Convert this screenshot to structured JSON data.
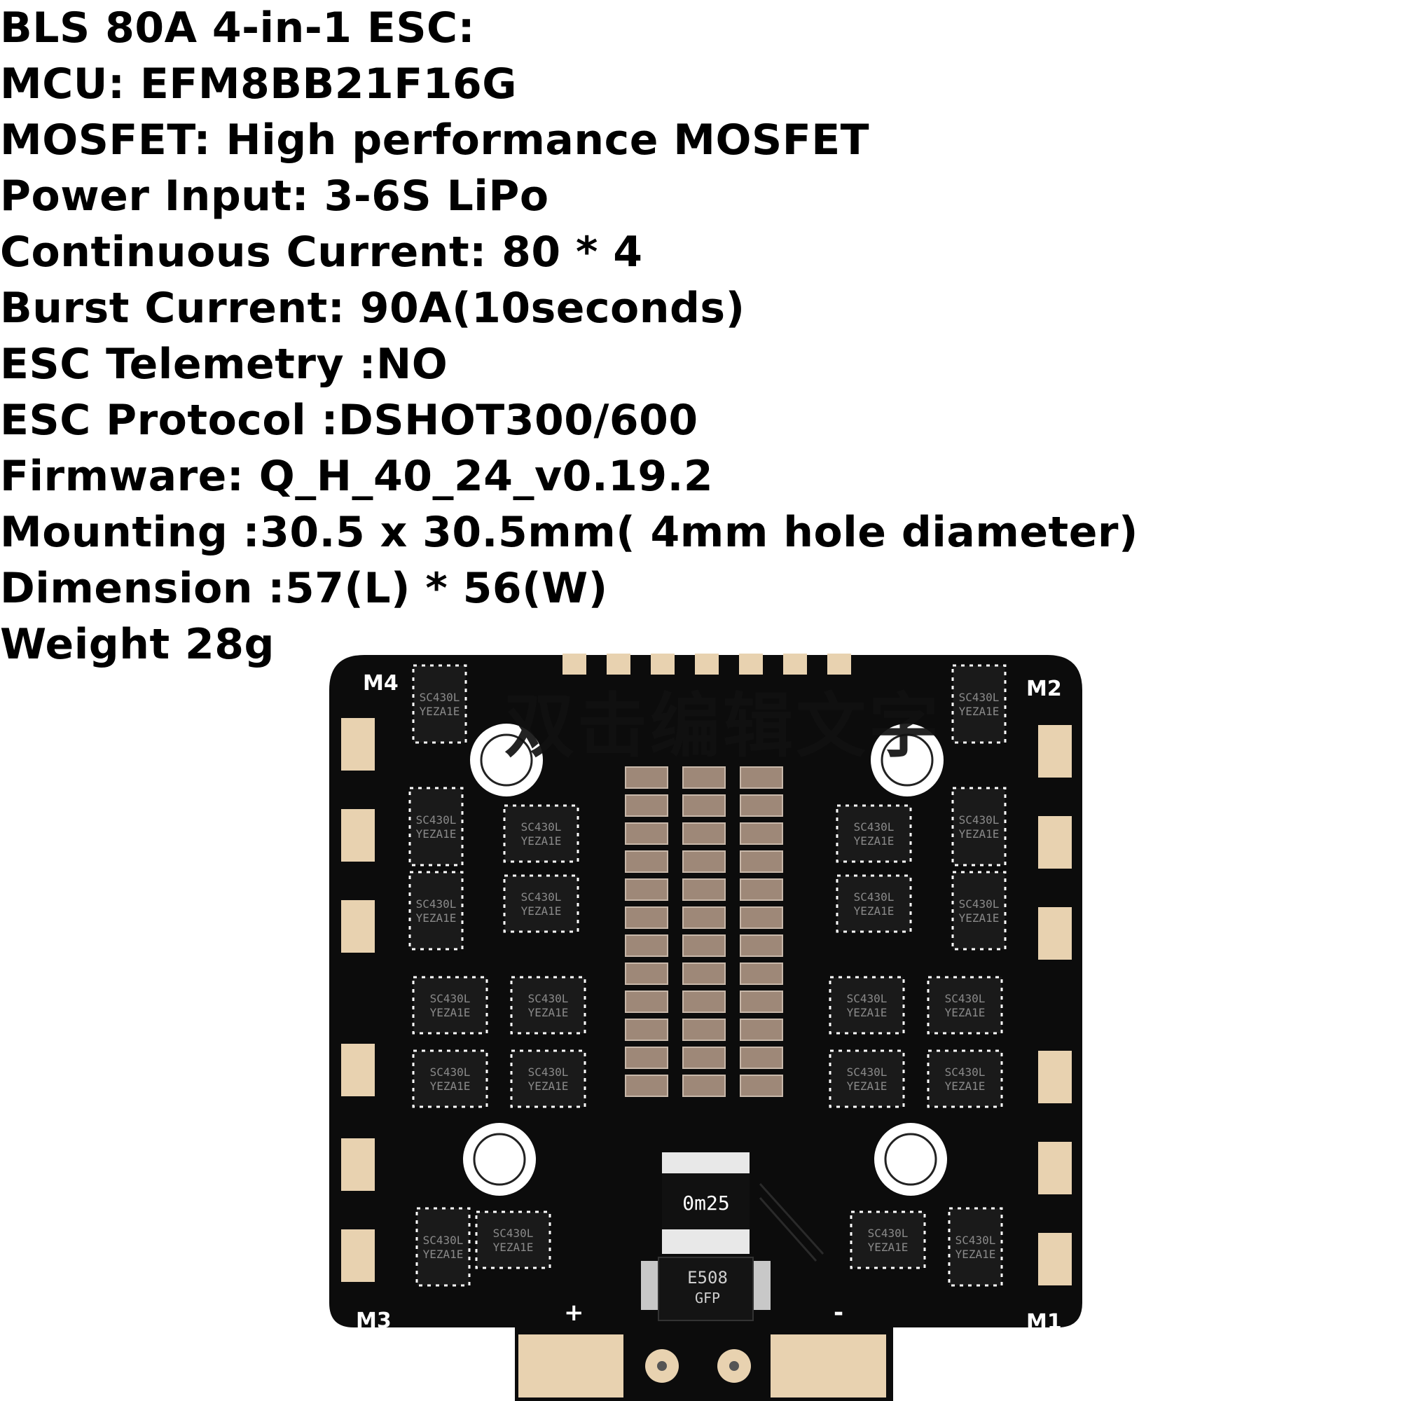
{
  "specs": [
    "BLS 80A 4-in-1 ESC:",
    "MCU: EFM8BB21F16G",
    "MOSFET: High performance MOSFET",
    "Power Input: 3-6S LiPo",
    "Continuous Current: 80 * 4",
    "Burst Current: 90A(10seconds)",
    "ESC Telemetry :NO",
    "ESC Protocol :DSHOT300/600",
    "Firmware: Q_H_40_24_v0.19.2",
    "Mounting :30.5 x 30.5mm( 4mm hole diameter)",
    "Dimension :57(L) * 56(W)",
    "Weight 28g"
  ],
  "watermark": "双击编辑文字",
  "board": {
    "motor_labels": {
      "m1": "M1",
      "m2": "M2",
      "m3": "M3",
      "m4": "M4"
    },
    "plus": "+",
    "minus": "-",
    "mosfet_marking": "SC430L",
    "mosfet_code": "YEZA1E",
    "shunt_marking": "0m25",
    "diode_marking": "E508",
    "diode_code": "GFP",
    "colors": {
      "pcb": "#0c0c0c",
      "pad": "#e8d2b0",
      "cap": "#9e8878",
      "silk": "#ffffff"
    }
  }
}
